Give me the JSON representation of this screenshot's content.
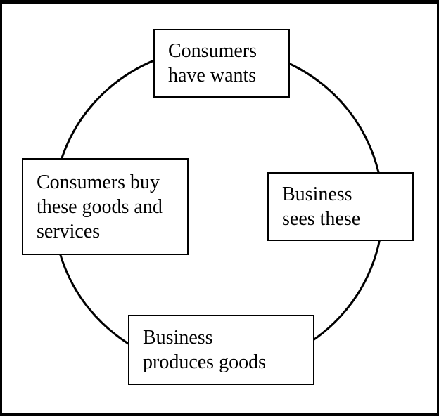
{
  "page": {
    "background": "#ffffff",
    "frame_color": "#000000"
  },
  "diagram": {
    "type": "cycle",
    "stroke_color": "#000000",
    "node_fill": "#ffffff",
    "node_border_color": "#000000",
    "nodes": [
      {
        "id": "consumers-have-wants",
        "position": "top",
        "label": "Consumers have wants",
        "lines": [
          "Consumers",
          "have wants"
        ]
      },
      {
        "id": "business-sees-these",
        "position": "right",
        "label": "Business sees these",
        "lines": [
          "Business",
          "sees these"
        ]
      },
      {
        "id": "business-produces-goods",
        "position": "bottom",
        "label": "Business produces goods",
        "lines": [
          "Business",
          "produces goods"
        ]
      },
      {
        "id": "consumers-buy-these-goods-and-services",
        "position": "left",
        "label": "Consumers buy these goods and services",
        "lines": [
          "Consumers buy",
          "these goods and",
          "services"
        ]
      }
    ]
  }
}
